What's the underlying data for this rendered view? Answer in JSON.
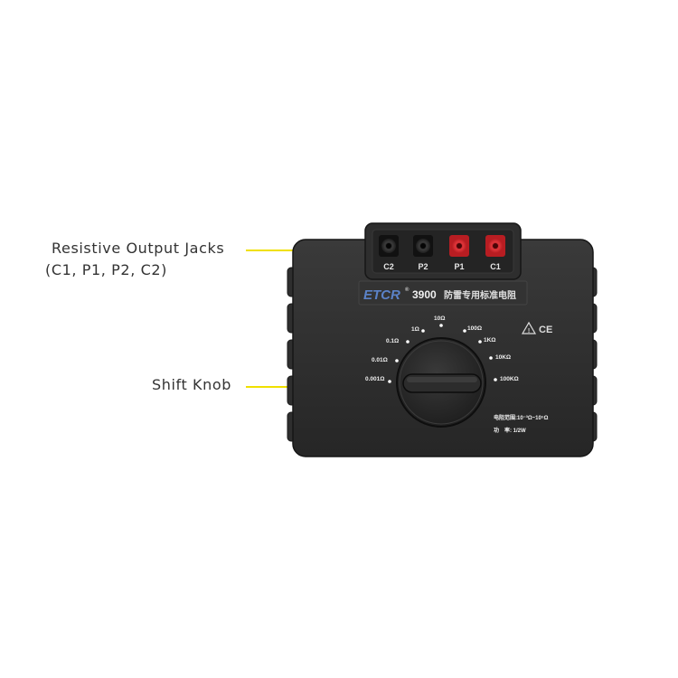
{
  "callouts": {
    "jacks_line1": "Resistive Output Jacks",
    "jacks_line2": "(C1, P1, P2, C2)",
    "knob": "Shift Knob"
  },
  "device": {
    "brand": "ETCR",
    "registered": "®",
    "model": "3900",
    "subtitle": "防雷专用标准电阻",
    "jacks": [
      {
        "label": "C2",
        "color": "black"
      },
      {
        "label": "P2",
        "color": "black"
      },
      {
        "label": "P1",
        "color": "red"
      },
      {
        "label": "C1",
        "color": "red"
      }
    ],
    "scale": [
      "0.001Ω",
      "0.01Ω",
      "0.1Ω",
      "1Ω",
      "10Ω",
      "100Ω",
      "1KΩ",
      "10KΩ",
      "100KΩ"
    ],
    "spec_range": "电阻范围:10⁻³Ω~10⁵Ω",
    "spec_power": "功　率: 1/2W",
    "ce_mark": "CE",
    "warning_mark": "!"
  },
  "colors": {
    "body": "#2b2b2b",
    "jack_red": "#d6262b",
    "callout_line": "#f0e000",
    "accent_blue": "#4a6fb5"
  }
}
